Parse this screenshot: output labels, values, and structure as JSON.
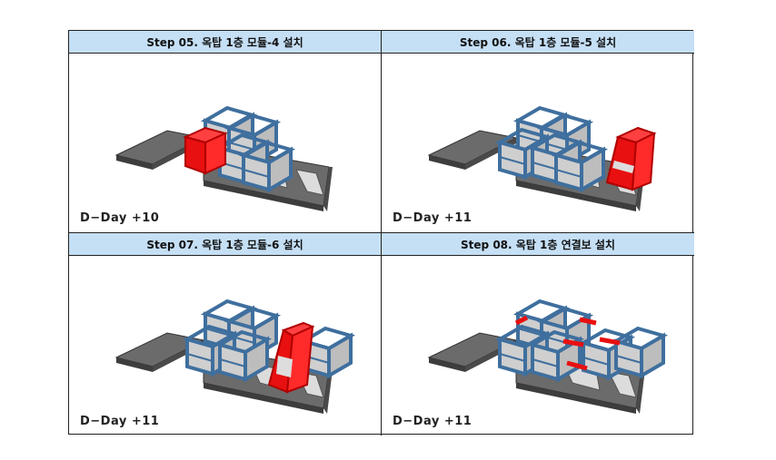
{
  "steps": [
    {
      "title": "Step 05. 옥탑 1층 모듈-4 설치",
      "day": "D−Day +10"
    },
    {
      "title": "Step 06. 옥탑 1층 모듈-5 설치",
      "day": "D−Day +11"
    },
    {
      "title": "Step 07. 옥탑 1층 모듈-6 설치",
      "day": "D−Day +11"
    },
    {
      "title": "Step 08. 옥탑 1층 연결보 설치",
      "day": "D−Day +11"
    }
  ],
  "colors": {
    "header_bg": "#c5dff5",
    "highlight": "#e81010",
    "frame": "#3f6f9e",
    "slab": "#555555"
  }
}
